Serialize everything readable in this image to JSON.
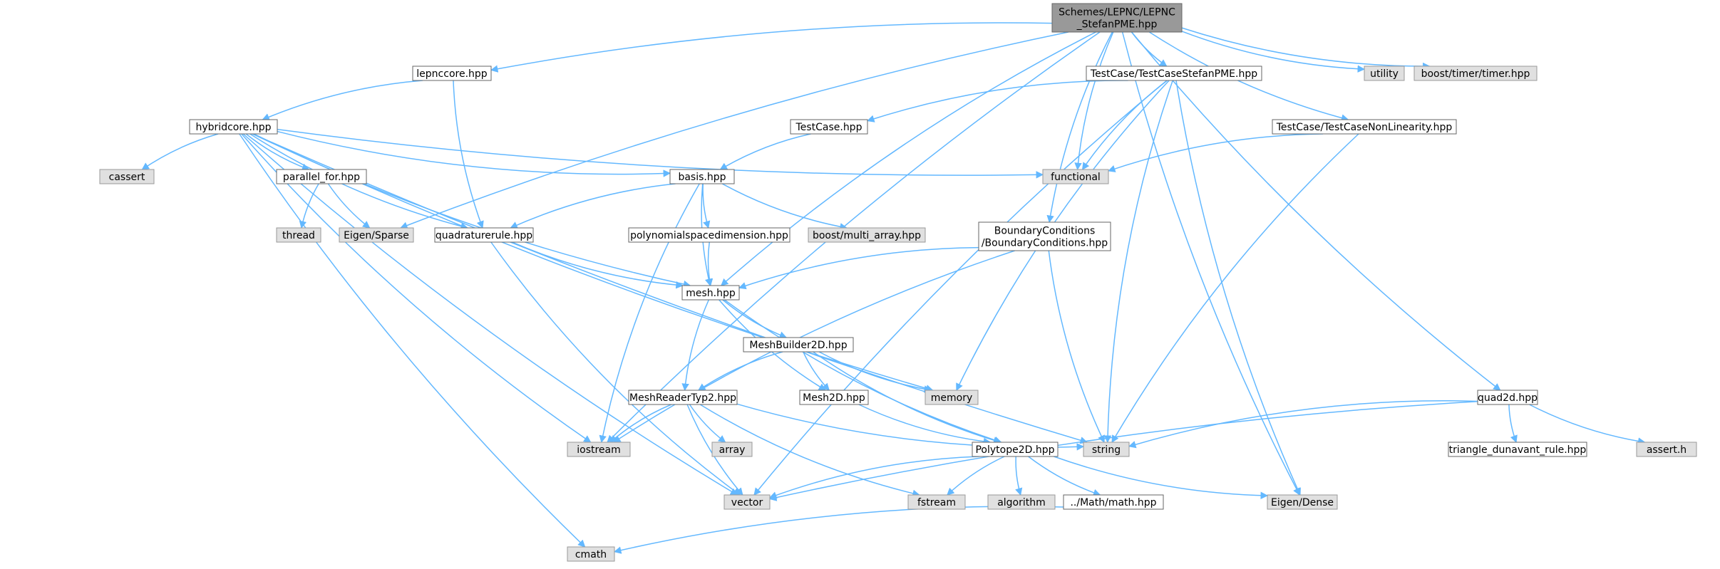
{
  "diagram": {
    "type": "include-dependency-graph",
    "colors": {
      "edge": "#63b8ff",
      "main_node_fill": "#999999",
      "file_node_fill": "#ffffff",
      "system_node_fill": "#e0e0e0",
      "border": "#666666"
    },
    "nodes": [
      {
        "id": "stefan",
        "kind": "main",
        "lines": [
          "Schemes/LEPNC/LEPNC",
          "_StefanPME.hpp"
        ]
      },
      {
        "id": "lepnccore",
        "kind": "file",
        "lines": [
          "lepnccore.hpp"
        ]
      },
      {
        "id": "tcstefan",
        "kind": "file",
        "lines": [
          "TestCase/TestCaseStefanPME.hpp"
        ]
      },
      {
        "id": "utility",
        "kind": "system",
        "lines": [
          "utility"
        ]
      },
      {
        "id": "timer",
        "kind": "system",
        "lines": [
          "boost/timer/timer.hpp"
        ]
      },
      {
        "id": "hybridcore",
        "kind": "file",
        "lines": [
          "hybridcore.hpp"
        ]
      },
      {
        "id": "testcase",
        "kind": "file",
        "lines": [
          "TestCase.hpp"
        ]
      },
      {
        "id": "tcnonlin",
        "kind": "file",
        "lines": [
          "TestCase/TestCaseNonLinearity.hpp"
        ]
      },
      {
        "id": "cassert",
        "kind": "system",
        "lines": [
          "cassert"
        ]
      },
      {
        "id": "parallel",
        "kind": "file",
        "lines": [
          "parallel_for.hpp"
        ]
      },
      {
        "id": "basis",
        "kind": "file",
        "lines": [
          "basis.hpp"
        ]
      },
      {
        "id": "functional",
        "kind": "system",
        "lines": [
          "functional"
        ]
      },
      {
        "id": "thread",
        "kind": "system",
        "lines": [
          "thread"
        ]
      },
      {
        "id": "eigensparse",
        "kind": "system",
        "lines": [
          "Eigen/Sparse"
        ]
      },
      {
        "id": "quadrule",
        "kind": "file",
        "lines": [
          "quadraturerule.hpp"
        ]
      },
      {
        "id": "polyspace",
        "kind": "file",
        "lines": [
          "polynomialspacedimension.hpp"
        ]
      },
      {
        "id": "multiarray",
        "kind": "system",
        "lines": [
          "boost/multi_array.hpp"
        ]
      },
      {
        "id": "bc",
        "kind": "file",
        "lines": [
          "BoundaryConditions",
          "/BoundaryConditions.hpp"
        ]
      },
      {
        "id": "mesh",
        "kind": "file",
        "lines": [
          "mesh.hpp"
        ]
      },
      {
        "id": "meshbuilder",
        "kind": "file",
        "lines": [
          "MeshBuilder2D.hpp"
        ]
      },
      {
        "id": "meshreader",
        "kind": "file",
        "lines": [
          "MeshReaderTyp2.hpp"
        ]
      },
      {
        "id": "mesh2d",
        "kind": "file",
        "lines": [
          "Mesh2D.hpp"
        ]
      },
      {
        "id": "memory",
        "kind": "system",
        "lines": [
          "memory"
        ]
      },
      {
        "id": "quad2d",
        "kind": "file",
        "lines": [
          "quad2d.hpp"
        ]
      },
      {
        "id": "iostream",
        "kind": "system",
        "lines": [
          "iostream"
        ]
      },
      {
        "id": "array",
        "kind": "system",
        "lines": [
          "array"
        ]
      },
      {
        "id": "string",
        "kind": "system",
        "lines": [
          "string"
        ]
      },
      {
        "id": "polytope",
        "kind": "file",
        "lines": [
          "Polytope2D.hpp"
        ]
      },
      {
        "id": "triangle",
        "kind": "file",
        "lines": [
          "triangle_dunavant_rule.hpp"
        ]
      },
      {
        "id": "asserth",
        "kind": "system",
        "lines": [
          "assert.h"
        ]
      },
      {
        "id": "vector",
        "kind": "system",
        "lines": [
          "vector"
        ]
      },
      {
        "id": "fstream",
        "kind": "system",
        "lines": [
          "fstream"
        ]
      },
      {
        "id": "algorithm",
        "kind": "system",
        "lines": [
          "algorithm"
        ]
      },
      {
        "id": "mathhpp",
        "kind": "file",
        "lines": [
          "../Math/math.hpp"
        ]
      },
      {
        "id": "eigendense",
        "kind": "system",
        "lines": [
          "Eigen/Dense"
        ]
      },
      {
        "id": "cmath",
        "kind": "system",
        "lines": [
          "cmath"
        ]
      }
    ],
    "edges": [
      [
        "stefan",
        "lepnccore"
      ],
      [
        "stefan",
        "tcstefan"
      ],
      [
        "stefan",
        "utility"
      ],
      [
        "stefan",
        "timer"
      ],
      [
        "stefan",
        "eigensparse"
      ],
      [
        "stefan",
        "mesh"
      ],
      [
        "stefan",
        "iostream"
      ],
      [
        "stefan",
        "functional"
      ],
      [
        "stefan",
        "bc"
      ],
      [
        "stefan",
        "tcnonlin"
      ],
      [
        "stefan",
        "eigendense"
      ],
      [
        "stefan",
        "quad2d"
      ],
      [
        "lepnccore",
        "hybridcore"
      ],
      [
        "lepnccore",
        "quadrule"
      ],
      [
        "hybridcore",
        "cassert"
      ],
      [
        "hybridcore",
        "parallel"
      ],
      [
        "hybridcore",
        "basis"
      ],
      [
        "hybridcore",
        "functional"
      ],
      [
        "hybridcore",
        "quadrule"
      ],
      [
        "hybridcore",
        "mesh"
      ],
      [
        "hybridcore",
        "memory"
      ],
      [
        "hybridcore",
        "iostream"
      ],
      [
        "hybridcore",
        "vector"
      ],
      [
        "hybridcore",
        "cmath"
      ],
      [
        "hybridcore",
        "string"
      ],
      [
        "parallel",
        "thread"
      ],
      [
        "parallel",
        "eigensparse"
      ],
      [
        "tcstefan",
        "testcase"
      ],
      [
        "tcstefan",
        "functional"
      ],
      [
        "tcstefan",
        "memory"
      ],
      [
        "tcstefan",
        "string"
      ],
      [
        "tcstefan",
        "vector"
      ],
      [
        "tcstefan",
        "eigendense"
      ],
      [
        "testcase",
        "basis"
      ],
      [
        "tcnonlin",
        "functional"
      ],
      [
        "tcnonlin",
        "string"
      ],
      [
        "basis",
        "quadrule"
      ],
      [
        "basis",
        "polyspace"
      ],
      [
        "basis",
        "multiarray"
      ],
      [
        "basis",
        "mesh"
      ],
      [
        "basis",
        "iostream"
      ],
      [
        "quadrule",
        "mesh"
      ],
      [
        "quadrule",
        "vector"
      ],
      [
        "polyspace",
        "mesh"
      ],
      [
        "bc",
        "mesh"
      ],
      [
        "bc",
        "string"
      ],
      [
        "bc",
        "iostream"
      ],
      [
        "mesh",
        "meshbuilder"
      ],
      [
        "mesh",
        "meshreader"
      ],
      [
        "mesh",
        "mesh2d"
      ],
      [
        "mesh",
        "polytope"
      ],
      [
        "meshbuilder",
        "meshreader"
      ],
      [
        "meshbuilder",
        "mesh2d"
      ],
      [
        "meshbuilder",
        "memory"
      ],
      [
        "meshbuilder",
        "polytope"
      ],
      [
        "meshreader",
        "iostream"
      ],
      [
        "meshreader",
        "array"
      ],
      [
        "meshreader",
        "vector"
      ],
      [
        "meshreader",
        "fstream"
      ],
      [
        "meshreader",
        "string"
      ],
      [
        "mesh2d",
        "polytope"
      ],
      [
        "polytope",
        "vector"
      ],
      [
        "polytope",
        "fstream"
      ],
      [
        "polytope",
        "algorithm"
      ],
      [
        "polytope",
        "mathhpp"
      ],
      [
        "polytope",
        "eigendense"
      ],
      [
        "mathhpp",
        "cmath"
      ],
      [
        "quad2d",
        "string"
      ],
      [
        "quad2d",
        "vector"
      ],
      [
        "quad2d",
        "triangle"
      ],
      [
        "quad2d",
        "asserth"
      ]
    ]
  }
}
